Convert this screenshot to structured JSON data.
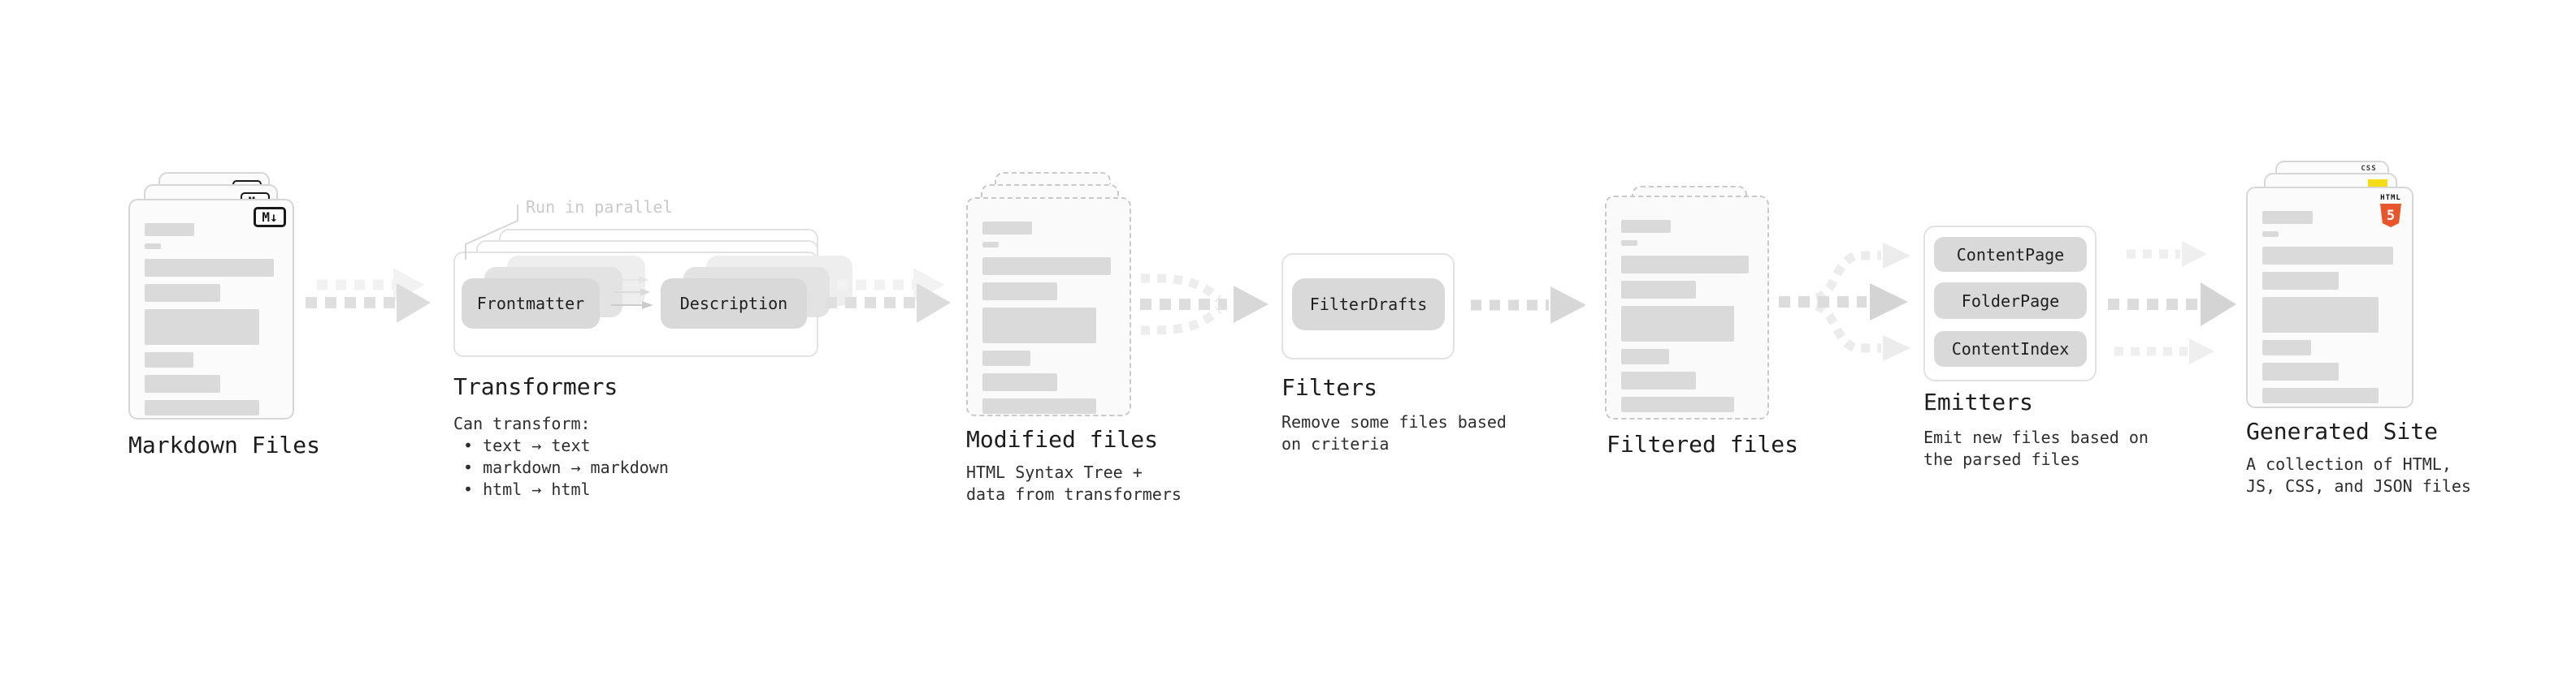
{
  "stages": {
    "markdown": {
      "title": "Markdown Files",
      "icon": "markdown-icon",
      "icon_label": "M↓"
    },
    "transformers": {
      "title": "Transformers",
      "annotation": "Run in parallel",
      "pills": [
        "Frontmatter",
        "Description"
      ],
      "desc_header": "Can transform:",
      "bullets": [
        "• text → text",
        "• markdown → markdown",
        "• html → html"
      ]
    },
    "modified": {
      "title": "Modified files",
      "subtitle": [
        "HTML Syntax Tree +",
        "data from transformers"
      ]
    },
    "filters": {
      "title": "Filters",
      "pill": "FilterDrafts",
      "subtitle": [
        "Remove some files based",
        "on criteria"
      ]
    },
    "filtered": {
      "title": "Filtered files"
    },
    "emitters": {
      "title": "Emitters",
      "pills": [
        "ContentPage",
        "FolderPage",
        "ContentIndex"
      ],
      "subtitle": [
        "Emit new files based on",
        "the parsed files"
      ]
    },
    "generated": {
      "title": "Generated Site",
      "subtitle": [
        "A collection of HTML,",
        "JS, CSS, and JSON files"
      ],
      "html5_icon_label": "HTML",
      "html5_icon_number": "5",
      "css_icon_label": "CSS"
    }
  },
  "colors": {
    "html5_orange": "#e8562b",
    "js_yellow": "#f5de19",
    "css_blue": "#2b6bf3",
    "markdown_icon_ink": "#191919",
    "pill_gray": "#d9d9d9",
    "skeleton_gray": "#dadada",
    "arrow_gray": "#dedede",
    "arrow_light": "#efefef"
  },
  "skeleton_bars": [
    {
      "w": "37%",
      "h": 16,
      "mb": 9
    },
    {
      "w": "12%",
      "h": 7,
      "mb": 12
    },
    {
      "w": "96%",
      "h": 22,
      "mb": 9
    },
    {
      "w": "56%",
      "h": 22,
      "mb": 9
    },
    {
      "w": "85%",
      "h": 44,
      "mb": 9
    },
    {
      "w": "36%",
      "h": 19,
      "mb": 9
    },
    {
      "w": "56%",
      "h": 22,
      "mb": 9
    },
    {
      "w": "85%",
      "h": 19,
      "mb": 0
    }
  ]
}
